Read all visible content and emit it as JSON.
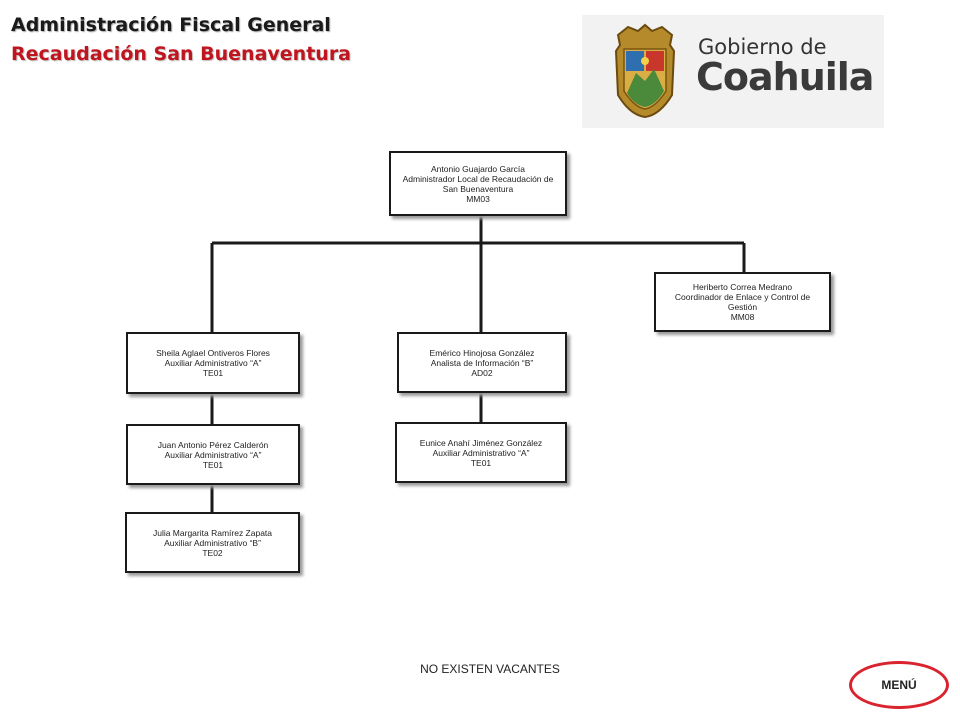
{
  "header": {
    "title": "Administración Fiscal General",
    "subtitle": "Recaudación San Buenaventura"
  },
  "logo": {
    "line1": "Gobierno de",
    "line2": "Coahuila"
  },
  "org": {
    "head": {
      "name": "Antonio Guajardo García",
      "role": "Administrador Local de Recaudación de San Buenaventura",
      "code": "MM03"
    },
    "coordinator": {
      "name": "Heriberto Correa Medrano",
      "role": "Coordinador de Enlace y Control de Gestión",
      "code": "MM08"
    },
    "left1": {
      "name": "Sheila Aglael Ontiveros Flores",
      "role": "Auxiliar Administrativo “A”",
      "code": "TE01"
    },
    "left2": {
      "name": "Juan Antonio Pérez Calderón",
      "role": "Auxiliar Administrativo “A”",
      "code": "TE01"
    },
    "left3": {
      "name": "Julia Margarita Ramírez Zapata",
      "role": "Auxiliar Administrativo “B”",
      "code": "TE02"
    },
    "mid1": {
      "name": "Emérico Hinojosa González",
      "role": "Analista de Información “B”",
      "code": "AD02"
    },
    "mid2": {
      "name": "Eunice Anahí Jiménez González",
      "role": "Auxiliar Administrativo “A”",
      "code": "TE01"
    }
  },
  "footer": {
    "vacancies": "NO EXISTEN VACANTES",
    "menu_label": "MENÚ"
  },
  "colors": {
    "accent_red": "#c0141e",
    "menu_border": "#d9232e"
  }
}
